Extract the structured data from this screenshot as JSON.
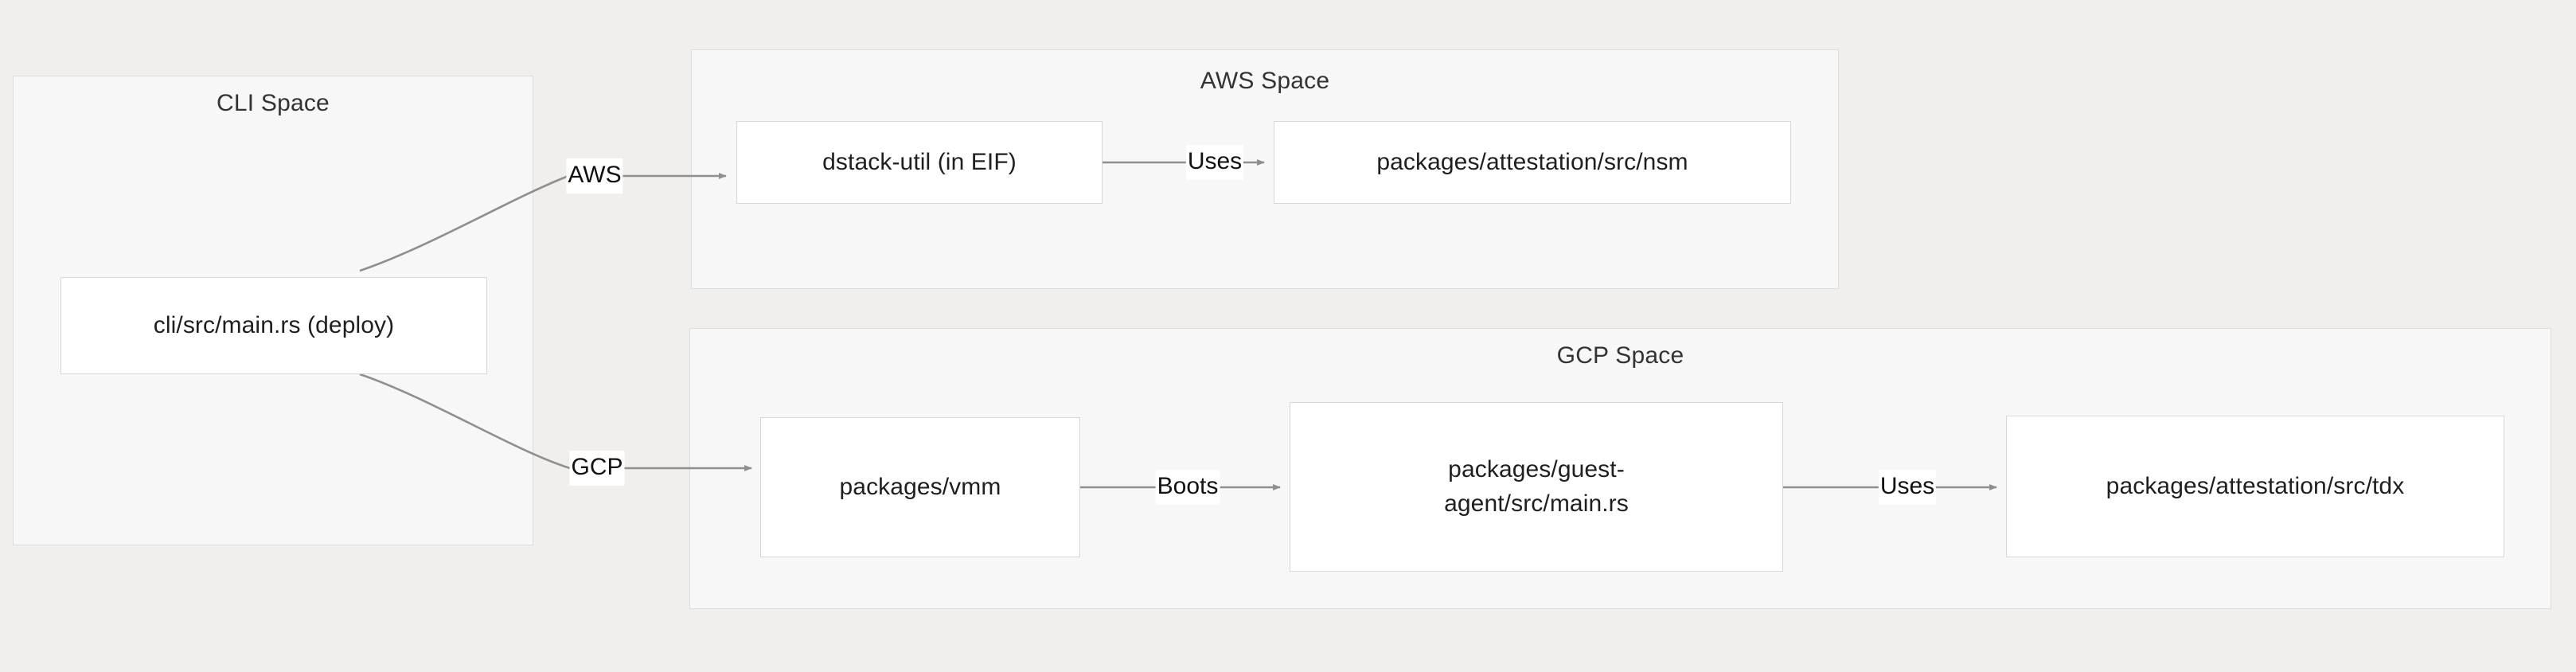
{
  "diagram": {
    "background_color": "#f0efed",
    "cluster_fill": "#f7f7f7",
    "cluster_border": "#dcdcdc",
    "node_fill": "#ffffff",
    "node_border": "#d8d8d8",
    "edge_color": "#8f8f8f",
    "text_color": "#1f1f1f"
  },
  "clusters": {
    "cli": {
      "title": "CLI Space"
    },
    "aws": {
      "title": "AWS Space"
    },
    "gcp": {
      "title": "GCP Space"
    }
  },
  "nodes": {
    "cli_main": {
      "label": "cli/src/main.rs (deploy)"
    },
    "dstack_util": {
      "label": "dstack-util (in EIF)"
    },
    "nsm": {
      "label": "packages/attestation/src/nsm"
    },
    "vmm": {
      "label": "packages/vmm"
    },
    "guest_agent": {
      "line1": "packages/guest-",
      "line2": "agent/src/main.rs"
    },
    "tdx": {
      "label": "packages/attestation/src/tdx"
    }
  },
  "edges": {
    "cli_to_aws": {
      "label": "AWS"
    },
    "cli_to_gcp": {
      "label": "GCP"
    },
    "dstack_util_to_nsm": {
      "label": "Uses"
    },
    "vmm_to_guest_agent": {
      "label": "Boots"
    },
    "guest_agent_to_tdx": {
      "label": "Uses"
    }
  }
}
